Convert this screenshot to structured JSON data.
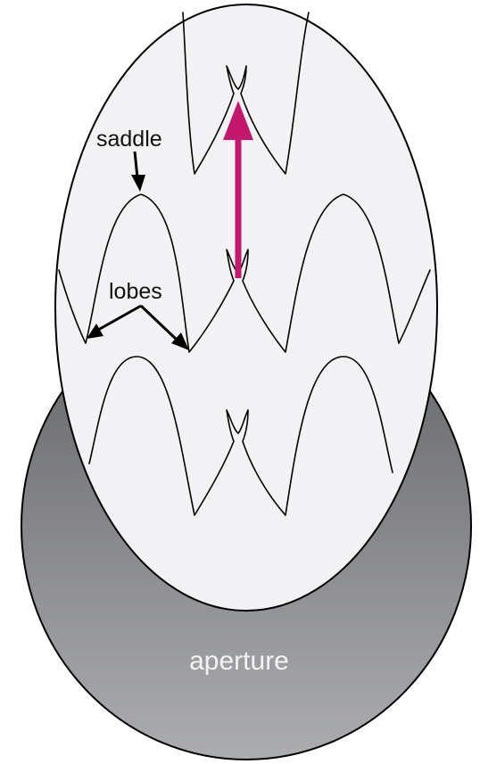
{
  "labels": {
    "saddle": "saddle",
    "lobes": "lobes",
    "aperture": "aperture"
  },
  "colors": {
    "shell_fill": "#f2f2f4",
    "aperture_top": "#5f6062",
    "aperture_bottom": "#acadb0",
    "arrow": "#c2186e",
    "outline": "#000000"
  }
}
